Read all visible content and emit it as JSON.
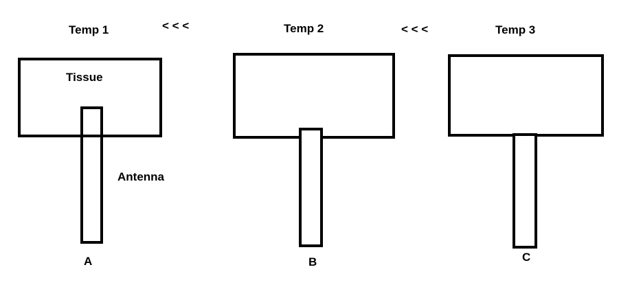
{
  "labels": {
    "temp1": "Temp 1",
    "temp2": "Temp 2",
    "temp3": "Temp 3",
    "arrow1": "< < <",
    "arrow2": "< < <",
    "tissue": "Tissue",
    "antenna": "Antenna",
    "a": "A",
    "b": "B",
    "c": "C"
  }
}
